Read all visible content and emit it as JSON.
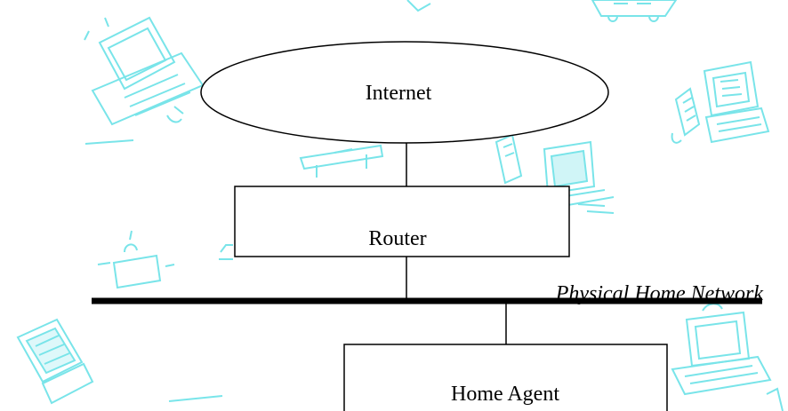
{
  "nodes": {
    "internet": {
      "label": "Internet"
    },
    "router": {
      "label": "Router"
    },
    "home_agent": {
      "label": "Home Agent"
    }
  },
  "network": {
    "label": "Physical Home Network"
  },
  "colors": {
    "line": "#000000",
    "decoration": "#62e0e6",
    "background": "#ffffff"
  },
  "decorations": [
    "computer-clipart-icon",
    "laptop-clipart-icon",
    "phone-clipart-icon",
    "desk-clipart-icon",
    "monitor-clipart-icon",
    "vehicle-clipart-icon"
  ]
}
